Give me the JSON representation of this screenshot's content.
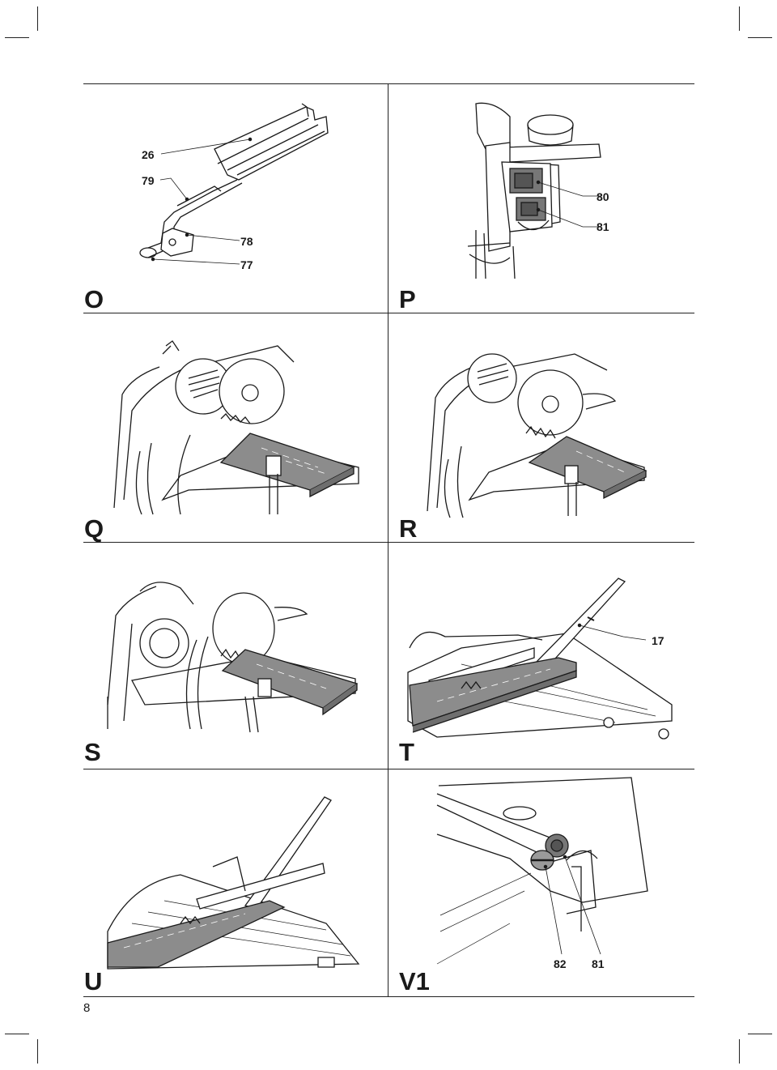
{
  "page": {
    "number": "8"
  },
  "panels": {
    "O": {
      "letter": "O",
      "callouts": [
        "26",
        "79",
        "78",
        "77"
      ]
    },
    "P": {
      "letter": "P",
      "callouts": [
        "80",
        "81"
      ]
    },
    "Q": {
      "letter": "Q"
    },
    "R": {
      "letter": "R"
    },
    "S": {
      "letter": "S"
    },
    "T": {
      "letter": "T",
      "callouts": [
        "17"
      ]
    },
    "U": {
      "letter": "U"
    },
    "V1": {
      "letter": "V1",
      "callouts": [
        "82",
        "81"
      ]
    }
  },
  "colors": {
    "ink": "#1a1a1a",
    "workpiece": "#8c8c8c",
    "shade": "#bdbdbd"
  }
}
